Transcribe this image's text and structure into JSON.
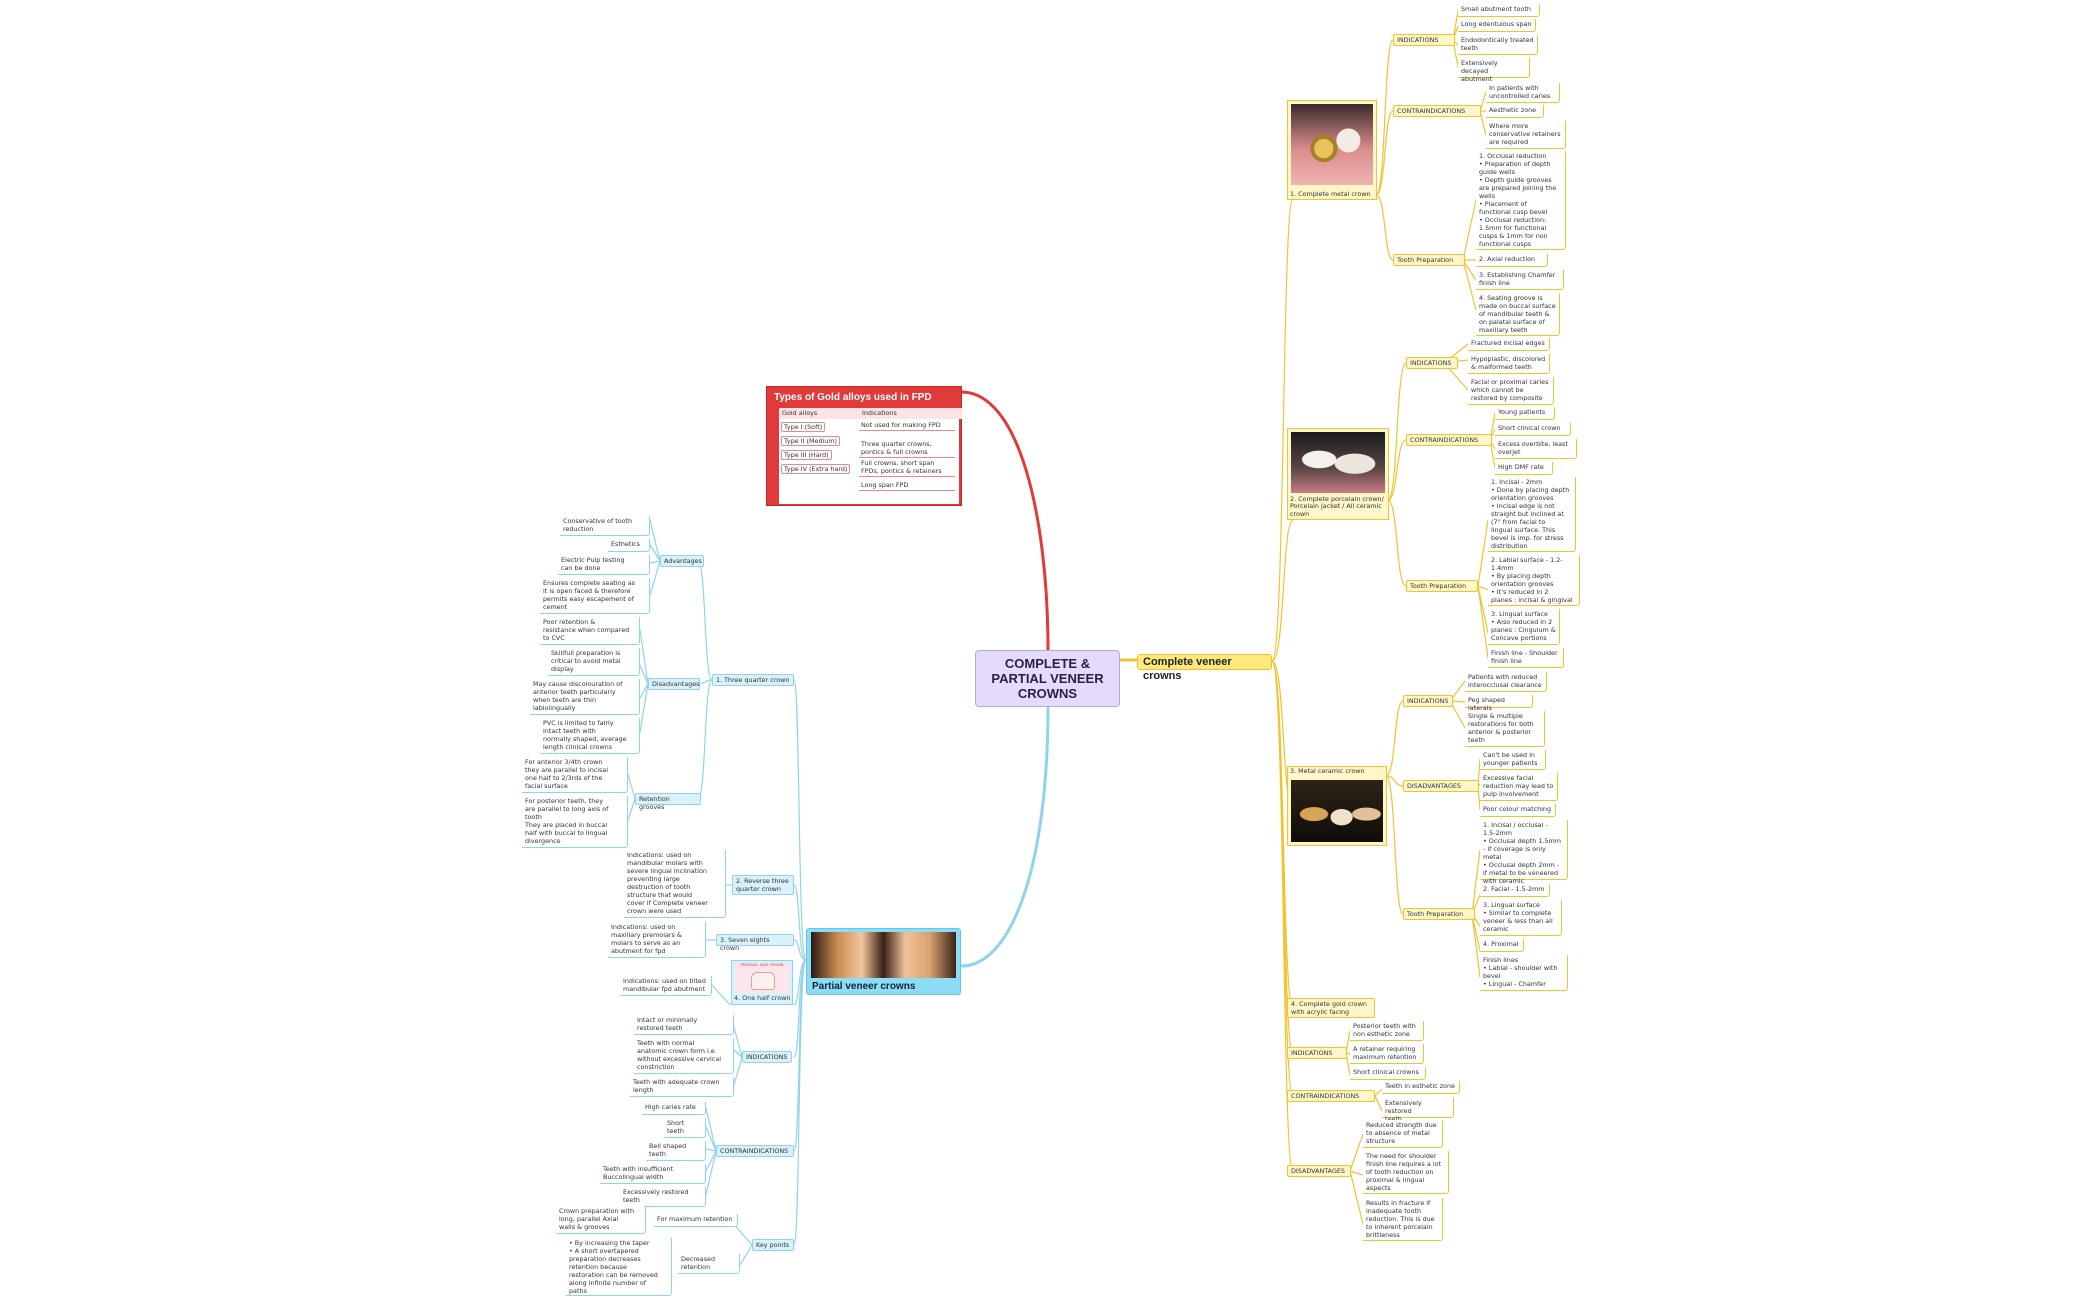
{
  "root": {
    "title": "COMPLETE &\nPARTIAL VENEER\nCROWNS"
  },
  "complete_veneer": {
    "label": "Complete veneer crowns",
    "full_metal": {
      "caption": "1. Complete metal crown",
      "indications_label": "INDICATIONS",
      "indications": [
        "Small abutment tooth",
        "Long edentulous span",
        "Endodontically treated\nteeth",
        "Extensively decayed\nabutment"
      ],
      "contra_label": "CONTRAINDICATIONS",
      "contra": [
        "In patients with\nuncontrolled caries",
        "Aesthetic zone",
        "Where more\nconservative retainers\nare required"
      ],
      "prep_label": "Tooth Preparation",
      "prep": [
        "1. Occlusal reduction\n•  Preparation of depth\nguide wells\n•  Depth guide grooves\nare prepared joining the\nwells\n•  Placement of\nfunctional cusp bevel\n•  Occlusal reduction:\n1.5mm for functional\ncusps & 1mm for non\nfunctional cusps",
        "2. Axial reduction",
        "3. Establishing Chamfer\nfinish line",
        "4. Seating groove is\nmade on buccal surface\nof mandibular teeth &\non palatal surface of\nmaxillary teeth"
      ]
    },
    "porcelain": {
      "caption": "2. Complete porcelain crown/\nPorcelain jacket / All ceramic\ncrown",
      "indications_label": "INDICATIONS",
      "indications": [
        "Fractured incisal edges",
        "Hypoplastic, discolored\n& malformed teeth",
        "Facial or proximal caries\nwhich cannot be\nrestored by composite"
      ],
      "contra_label": "CONTRAINDICATIONS",
      "contra": [
        "Young patients",
        "Short clinical crown",
        "Excess overbite, least\noverjet",
        "High DMF rate"
      ],
      "prep_label": "Tooth Preparation",
      "prep": [
        "1. Incisal - 2mm\n•  Done by placing depth\norientation grooves\n•  Incisal edge is not\nstraight but inclined at\n(7° from facial to\nlingual surface. This\nbevel is imp. for stress\ndistribution",
        "2. Labial surface - 1.2-\n1.4mm\n•  By placing depth\norientation grooves\n•   It's reduced in 2\nplanes : incisal & gingival",
        "3. Lingual surface\n•  Also reduced in 2\nplanes : Cingulum &\nConcave portions",
        "Finish line - Shoulder\nfinish line"
      ]
    },
    "metal_ceramic": {
      "caption": "3. Metal ceramic crown",
      "indications_label": "INDICATIONS",
      "indications": [
        "Patients with reduced\ninterocclusal clearance",
        "Peg shaped laterals",
        "Single & multiple\nrestorations for both\nanterior & posterior\nteeth"
      ],
      "disadv_label": "DISADVANTAGES",
      "disadv": [
        "Can't be used in\nyounger patients",
        "Excessive facial\nreduction may lead to\npulp involvement",
        "Poor colour matching"
      ],
      "prep_label": "Tooth Preparation",
      "prep": [
        "1. Incisal / occlusal -\n1.5-2mm\n•  Occlusal depth 1.5mm\n- if coverage is only\nmetal\n•  Occlusal depth 2mm -\nif metal to be veneered\nwith ceramic",
        "2. Facial - 1.5-2mm",
        "3. Lingual surface\n•  Similar to complete\nveneer & less than all\nceramic",
        "4. Proximal",
        "Finish lines\n•  Labial - shoulder with\nbevel\n•  Lingual - Chamfer"
      ]
    },
    "gold_acrylic": {
      "label": "4. Complete gold crown\nwith acrylic facing"
    },
    "indications_label": "INDICATIONS",
    "indications": [
      "Posterior teeth with\nnon esthetic zone",
      "A retainer requiring\nmaximum retention",
      "Short clinical crowns"
    ],
    "contra_label": "CONTRAINDICATIONS",
    "contra": [
      "Teeth in esthetic zone",
      "Extensively restored\nteeth"
    ],
    "disadv_label": "DISADVANTAGES",
    "disadv": [
      "Reduced strength due\nto absence of metal\nstructure",
      "The need for shoulder\nfinish line requires a lot\nof tooth reduction on\nproximal & lingual\naspects",
      "Results in fracture if\ninadequate tooth\nreduction. This is due\nto inherent porcelain\nbrittleness"
    ]
  },
  "gold_alloys": {
    "title": "Types of Gold alloys used in FPD",
    "header": [
      "Gold alloys",
      "Indications"
    ],
    "rows": [
      {
        "type": "Type I (Soft)",
        "indication": "Not used for making\nFPD"
      },
      {
        "type": "Type II (Medium)",
        "indication": "Three quarter crowns,\npontics & full crowns"
      },
      {
        "type": "Type III (Hard)",
        "indication": "Full crowns, short span\nFPDs, pontics & retainers"
      },
      {
        "type": "Type IV (Extra hard)",
        "indication": "Long span FPD"
      }
    ]
  },
  "partial_veneer": {
    "label": "Partial veneer crowns",
    "three_quarter": {
      "label": "1. Three quarter crown",
      "adv_label": "Advantages",
      "adv": [
        "Conservative of tooth\nreduction",
        "Esthetics",
        "Electric Pulp testing\ncan be done",
        "Ensures complete seating as\nit is open faced & therefore\npermits easy escapement of\ncement"
      ],
      "disadv_label": "Disadvantages",
      "disadv": [
        "Poor retention &\nresistance when compared\nto CVC",
        "Skillfull preparation is\ncritical to avoid metal\ndisplay",
        "May cause discolouration of\nanterior teeth particularly\nwhen teeth are thin\nlabiolingually",
        "PVC is limited to fairly\nintact teeth with\nnormally shaped, average\nlength clinical crowns"
      ],
      "grooves_label": "Retention grooves",
      "grooves": [
        "For anterior 3/4th crown\nthey are parallel to incisal\none half to 2/3rds of the\nfacial surface",
        "For posterior teeth, they\nare parallel to long axis of\ntooth\nThey are placed in buccal\nhalf with buccal to lingual\ndivergence"
      ]
    },
    "reverse": {
      "label": "2. Reverse three\nquarter crown",
      "note": "Indications: used on\nmandibular molars with\nsevere lingual inclination\npreventing large\ndestruction of tooth\nstructure that would\ncover if Complete veneer\ncrown were used"
    },
    "seven_eighths": {
      "label": "3. Seven eights crown",
      "note": "Indications: used on\nmaxillary premolars &\nmolars to serve as an\nabutment for fpd"
    },
    "half": {
      "label": "4. One half crown",
      "note": "Indications: used on tilted\nmandibular fpd abutment",
      "thumb_caption": "PROXIMAL HALF CROWN"
    },
    "indications_label": "INDICATIONS",
    "indications": [
      "Intact or minimally\nrestored teeth",
      "Teeth with normal\nanatomic crown form i.e\nwithout excessive cervical\nconstriction",
      "Teeth with adequate crown\nlength"
    ],
    "contra_label": "CONTRAINDICATIONS",
    "contra": [
      "High caries rate",
      "Short\nteeth",
      "Bell shaped\nteeth",
      "Teeth with insufficient\nBuccolingual width",
      "Excessively restored\nteeth"
    ],
    "key_label": "Key points",
    "key_max_label": "For maximum retention",
    "key_max": "Crown preparation with\nlong, parallel Axial\nwalls & grooves",
    "key_dec_label": "Decreased\nretention",
    "key_dec": "•  By increasing the taper\n•  A short overtapered\npreparation decreases\nretention because\nrestoration can be removed\nalong infinite number of\npaths"
  },
  "colors": {
    "root": "#e6dafc",
    "complete": "#f2c230",
    "partial": "#5ec6ea",
    "gold_table": "#e03a3a",
    "link_red": "#e03a3a",
    "link_blue": "#8fd3ec"
  }
}
